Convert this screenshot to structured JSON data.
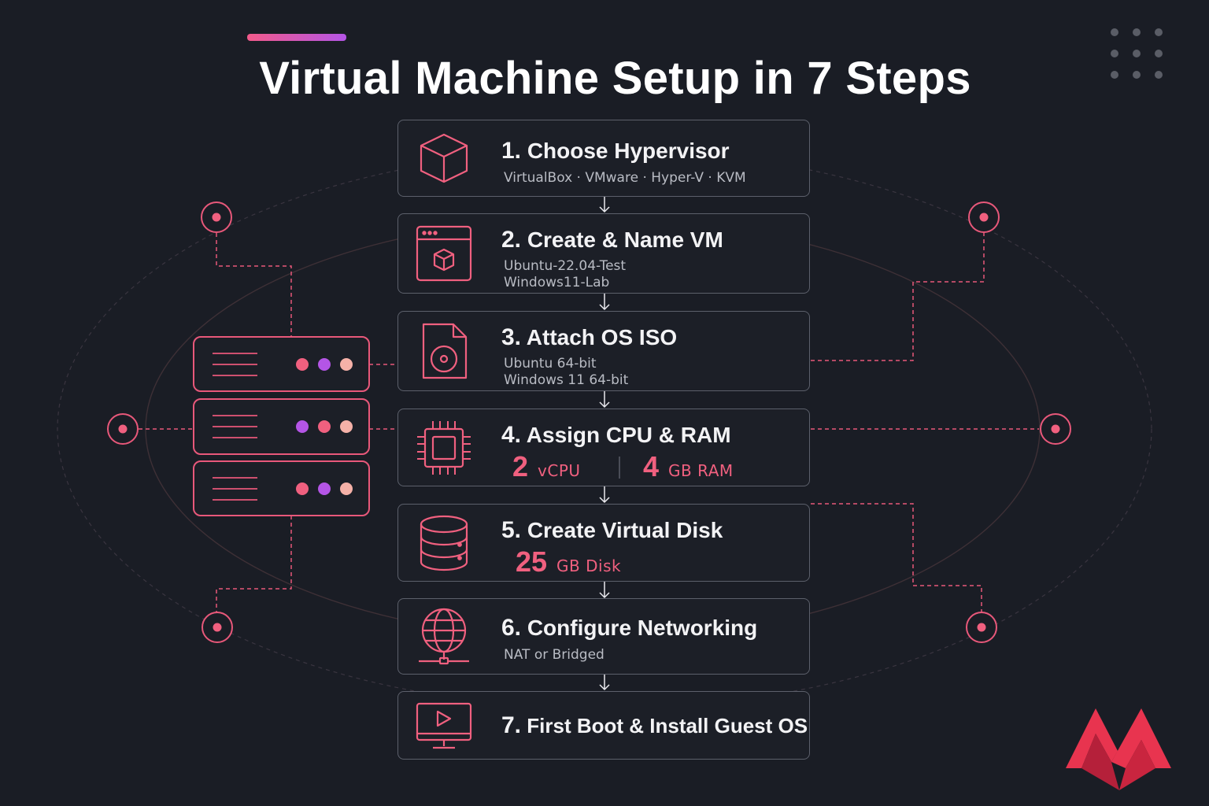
{
  "title": "Virtual Machine Setup in 7 Steps",
  "colors": {
    "accent": "#f0607f",
    "purple": "#b455e6",
    "peach": "#f5b1a8",
    "background": "#1a1d25",
    "card_border": "#5c606b"
  },
  "steps": [
    {
      "number": "1.",
      "title": "Choose Hypervisor",
      "icon": "cube-icon",
      "subtitle": [
        "VirtualBox · VMware · Hyper-V · KVM"
      ]
    },
    {
      "number": "2.",
      "title": "Create & Name VM",
      "icon": "browser-window-icon",
      "subtitle": [
        "Ubuntu-22.04-Test",
        "Windows11-Lab"
      ]
    },
    {
      "number": "3.",
      "title": "Attach OS ISO",
      "icon": "disc-file-icon",
      "subtitle": [
        "Ubuntu 64-bit",
        "Windows 11 64-bit"
      ]
    },
    {
      "number": "4.",
      "title": "Assign CPU & RAM",
      "icon": "cpu-chip-icon",
      "metrics": [
        {
          "value": "2",
          "unit": "vCPU"
        },
        {
          "value": "4",
          "unit": "GB RAM"
        }
      ]
    },
    {
      "number": "5.",
      "title": "Create Virtual Disk",
      "icon": "database-icon",
      "metrics": [
        {
          "value": "25",
          "unit": "GB Disk"
        }
      ]
    },
    {
      "number": "6.",
      "title": "Configure Networking",
      "icon": "globe-network-icon",
      "subtitle": [
        "NAT or Bridged"
      ]
    },
    {
      "number": "7.",
      "title": "First Boot & Install Guest OS",
      "icon": "monitor-play-icon"
    }
  ]
}
